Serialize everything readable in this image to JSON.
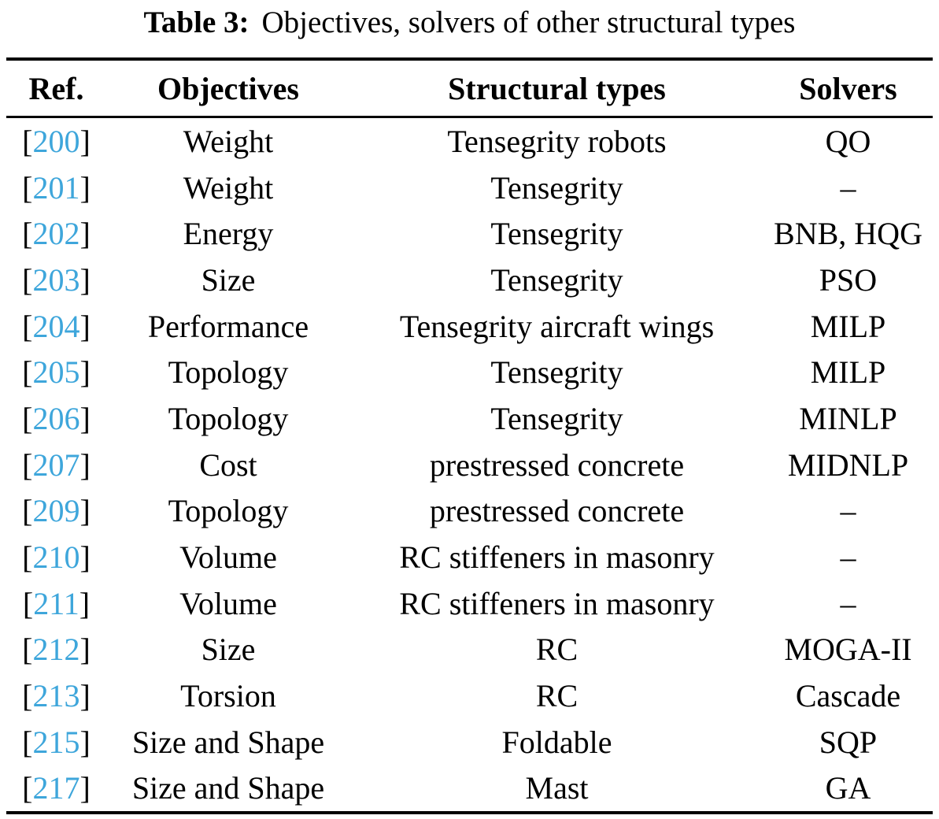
{
  "caption": {
    "label": "Table 3:",
    "text": "Objectives, solvers of other structural types"
  },
  "columns": [
    "Ref.",
    "Objectives",
    "Structural types",
    "Solvers"
  ],
  "ref_open": "[",
  "ref_close": "]",
  "rows": [
    {
      "ref": "200",
      "objective": "Weight",
      "structural_type": "Tensegrity robots",
      "solvers": "QO"
    },
    {
      "ref": "201",
      "objective": "Weight",
      "structural_type": "Tensegrity",
      "solvers": "–"
    },
    {
      "ref": "202",
      "objective": "Energy",
      "structural_type": "Tensegrity",
      "solvers": "BNB, HQG"
    },
    {
      "ref": "203",
      "objective": "Size",
      "structural_type": "Tensegrity",
      "solvers": "PSO"
    },
    {
      "ref": "204",
      "objective": "Performance",
      "structural_type": "Tensegrity aircraft wings",
      "solvers": "MILP"
    },
    {
      "ref": "205",
      "objective": "Topology",
      "structural_type": "Tensegrity",
      "solvers": "MILP"
    },
    {
      "ref": "206",
      "objective": "Topology",
      "structural_type": "Tensegrity",
      "solvers": "MINLP"
    },
    {
      "ref": "207",
      "objective": "Cost",
      "structural_type": "prestressed concrete",
      "solvers": "MIDNLP"
    },
    {
      "ref": "209",
      "objective": "Topology",
      "structural_type": "prestressed concrete",
      "solvers": "–"
    },
    {
      "ref": "210",
      "objective": "Volume",
      "structural_type": "RC stiffeners in masonry",
      "solvers": "–"
    },
    {
      "ref": "211",
      "objective": "Volume",
      "structural_type": "RC stiffeners in masonry",
      "solvers": "–"
    },
    {
      "ref": "212",
      "objective": "Size",
      "structural_type": "RC",
      "solvers": "MOGA-II"
    },
    {
      "ref": "213",
      "objective": "Torsion",
      "structural_type": "RC",
      "solvers": "Cascade"
    },
    {
      "ref": "215",
      "objective": "Size and Shape",
      "structural_type": "Foldable",
      "solvers": "SQP"
    },
    {
      "ref": "217",
      "objective": "Size and Shape",
      "structural_type": "Mast",
      "solvers": "GA"
    }
  ],
  "colors": {
    "citation_link": "#3ea6db",
    "text": "#000000",
    "rule": "#000000",
    "background": "#ffffff"
  }
}
